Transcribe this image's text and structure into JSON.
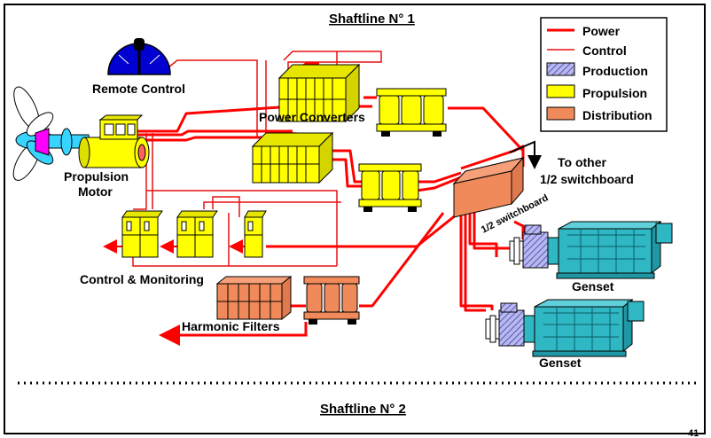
{
  "diagram": {
    "title_top": "Shaftline N° 1",
    "title_bottom": "Shaftline N° 2",
    "page_number": "41",
    "labels": {
      "remote_control": "Remote Control",
      "propulsion_motor_line1": "Propulsion",
      "propulsion_motor_line2": "Motor",
      "power_converters": "Power Converters",
      "control_monitoring": "Control & Monitoring",
      "harmonic_filters": "Harmonic Filters",
      "half_switchboard": "1/2 switchboard",
      "to_other_line1": "To other",
      "to_other_line2": "1/2 switchboard",
      "genset_1": "Genset",
      "genset_2": "Genset"
    },
    "legend": [
      {
        "label": "Power",
        "kind": "line-thick"
      },
      {
        "label": "Control",
        "kind": "line-thin"
      },
      {
        "label": "Production",
        "kind": "swatch-hatched"
      },
      {
        "label": "Propulsion",
        "kind": "swatch-yellow"
      },
      {
        "label": "Distribution",
        "kind": "swatch-salmon"
      }
    ]
  },
  "colors": {
    "power_line": "#ff0000",
    "control_line": "#e81010",
    "propulsion": "#ffff00",
    "distribution": "#f08a5a",
    "production": "#8f8fe0",
    "genset": "#2fb7c4",
    "propeller": "#36d4ff",
    "hub": "#ff00ff",
    "remote_dome": "#0000d0",
    "frame": "#000000"
  }
}
